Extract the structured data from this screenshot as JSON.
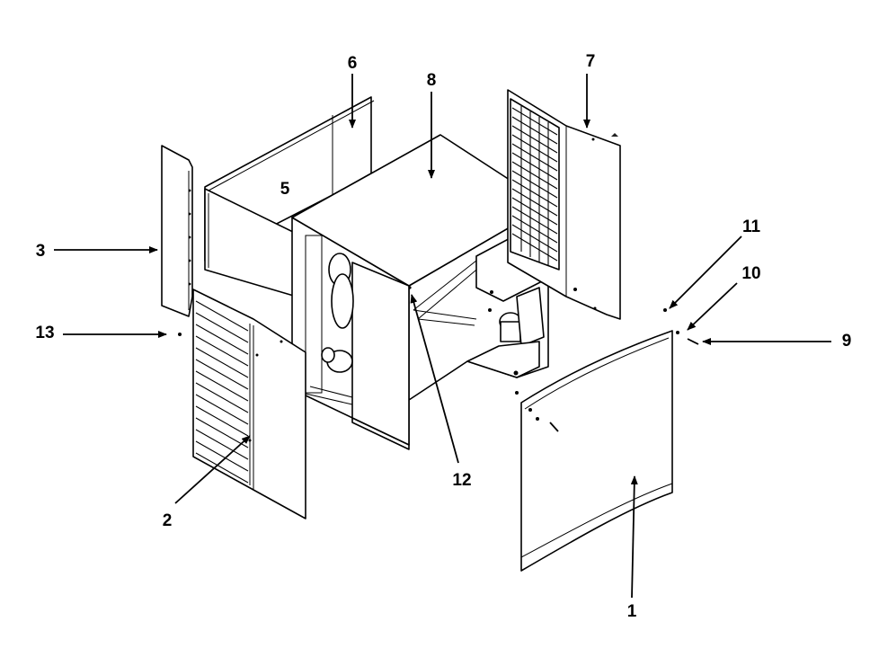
{
  "figure": {
    "type": "exploded-parts-diagram",
    "callouts": [
      {
        "id": "c1",
        "label": "1"
      },
      {
        "id": "c2",
        "label": "2"
      },
      {
        "id": "c3",
        "label": "3"
      },
      {
        "id": "c5",
        "label": "5"
      },
      {
        "id": "c6",
        "label": "6"
      },
      {
        "id": "c7",
        "label": "7"
      },
      {
        "id": "c8",
        "label": "8"
      },
      {
        "id": "c9",
        "label": "9"
      },
      {
        "id": "c10",
        "label": "10"
      },
      {
        "id": "c11",
        "label": "11"
      },
      {
        "id": "c12",
        "label": "12"
      },
      {
        "id": "c13",
        "label": "13"
      }
    ]
  }
}
